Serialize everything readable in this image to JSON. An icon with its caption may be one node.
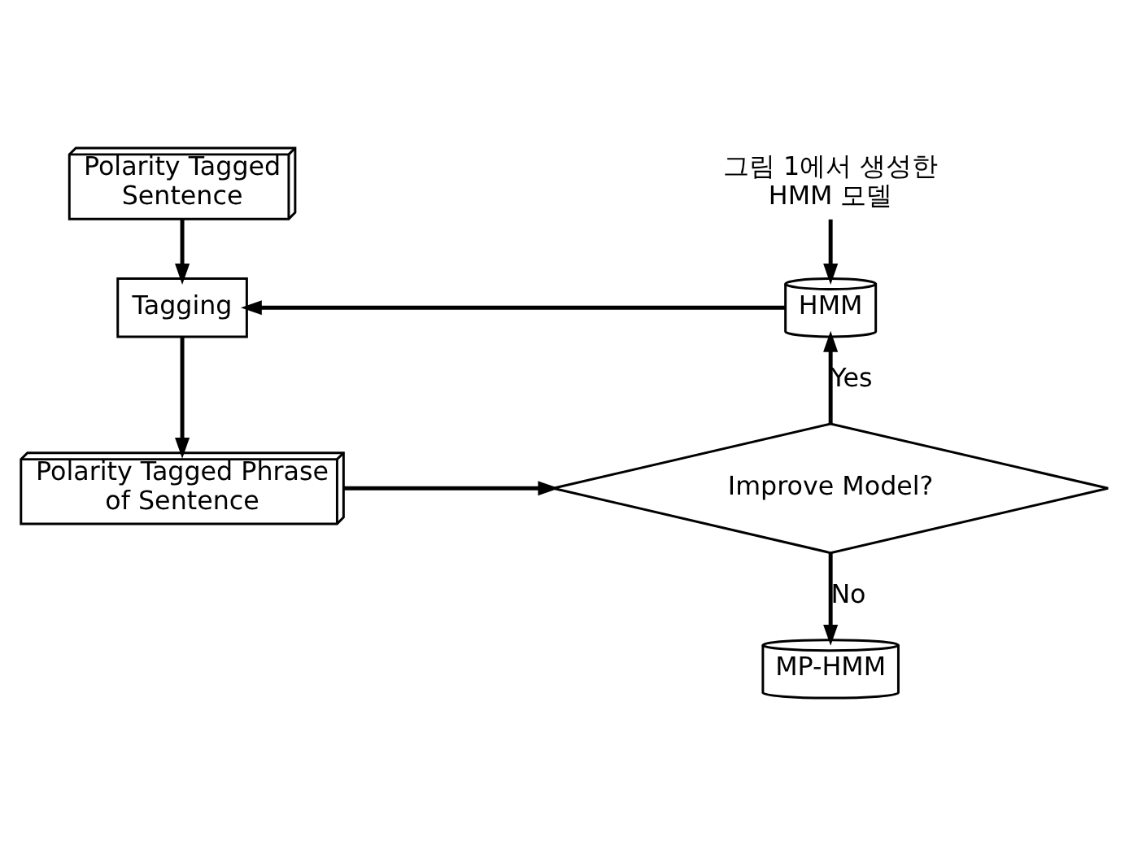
{
  "diagram": {
    "nodes": [
      {
        "text": [
          "Polarity Tagged Sentence"
        ]
      },
      {
        "text": [
          "Tagging"
        ]
      },
      {
        "text": [
          "Polarity Tagged Phrase of Sentence"
        ]
      },
      {
        "text": [
          "Improve Model?"
        ]
      },
      {
        "text": [
          "그림 1에서 생성한 HMM 모델"
        ]
      },
      {
        "text": [
          "HMM"
        ]
      },
      {
        "text": [
          "MP-HMM"
        ]
      }
    ],
    "edges": [
      {
        "from": 0,
        "to": 1,
        "arrow": "to"
      },
      {
        "from": 1,
        "to": 2,
        "arrow": "to"
      },
      {
        "from": 2,
        "to": 3,
        "arrow": "to"
      },
      {
        "from": 3,
        "to": 5,
        "arrow": "to",
        "label": "Yes"
      },
      {
        "from": 5,
        "to": 1,
        "arrow": "to"
      },
      {
        "from": 3,
        "to": 6,
        "arrow": "to",
        "label": "No"
      },
      {
        "from": 4,
        "to": 5,
        "arrow": "to"
      }
    ]
  }
}
